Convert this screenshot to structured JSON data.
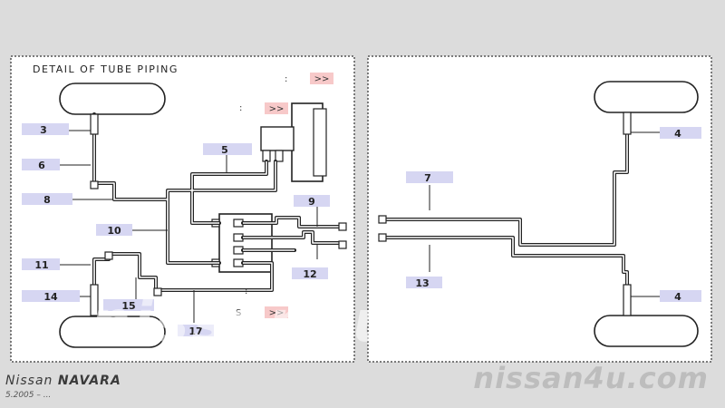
{
  "diagram": {
    "title": "DETAIL OF TUBE PIPING",
    "callouts": {
      "c3": "3",
      "c4a": "4",
      "c4b": "4",
      "c5": "5",
      "c6": "6",
      "c7": "7",
      "c8": "8",
      "c9": "9",
      "c10": "10",
      "c11": "11",
      "c12": "12",
      "c13": "13",
      "c14": "14",
      "c15": "15",
      "c17": "17"
    },
    "arrow_label": ">>",
    "small_marks": {
      "m1": ":",
      "m2": ":",
      "m3": "S",
      "m4": ":"
    }
  },
  "footer": {
    "make": "Nissan",
    "model": "NAVARA",
    "date": "5.2005 – ...",
    "brand": "nissan4u.com"
  },
  "watermark": "nissan4u.com",
  "colors": {
    "background": "#dcdcdc",
    "panel": "#ffffff",
    "label_fill": "#d6d6f2",
    "arrow_fill": "#f7c9c9",
    "line": "#222222"
  }
}
